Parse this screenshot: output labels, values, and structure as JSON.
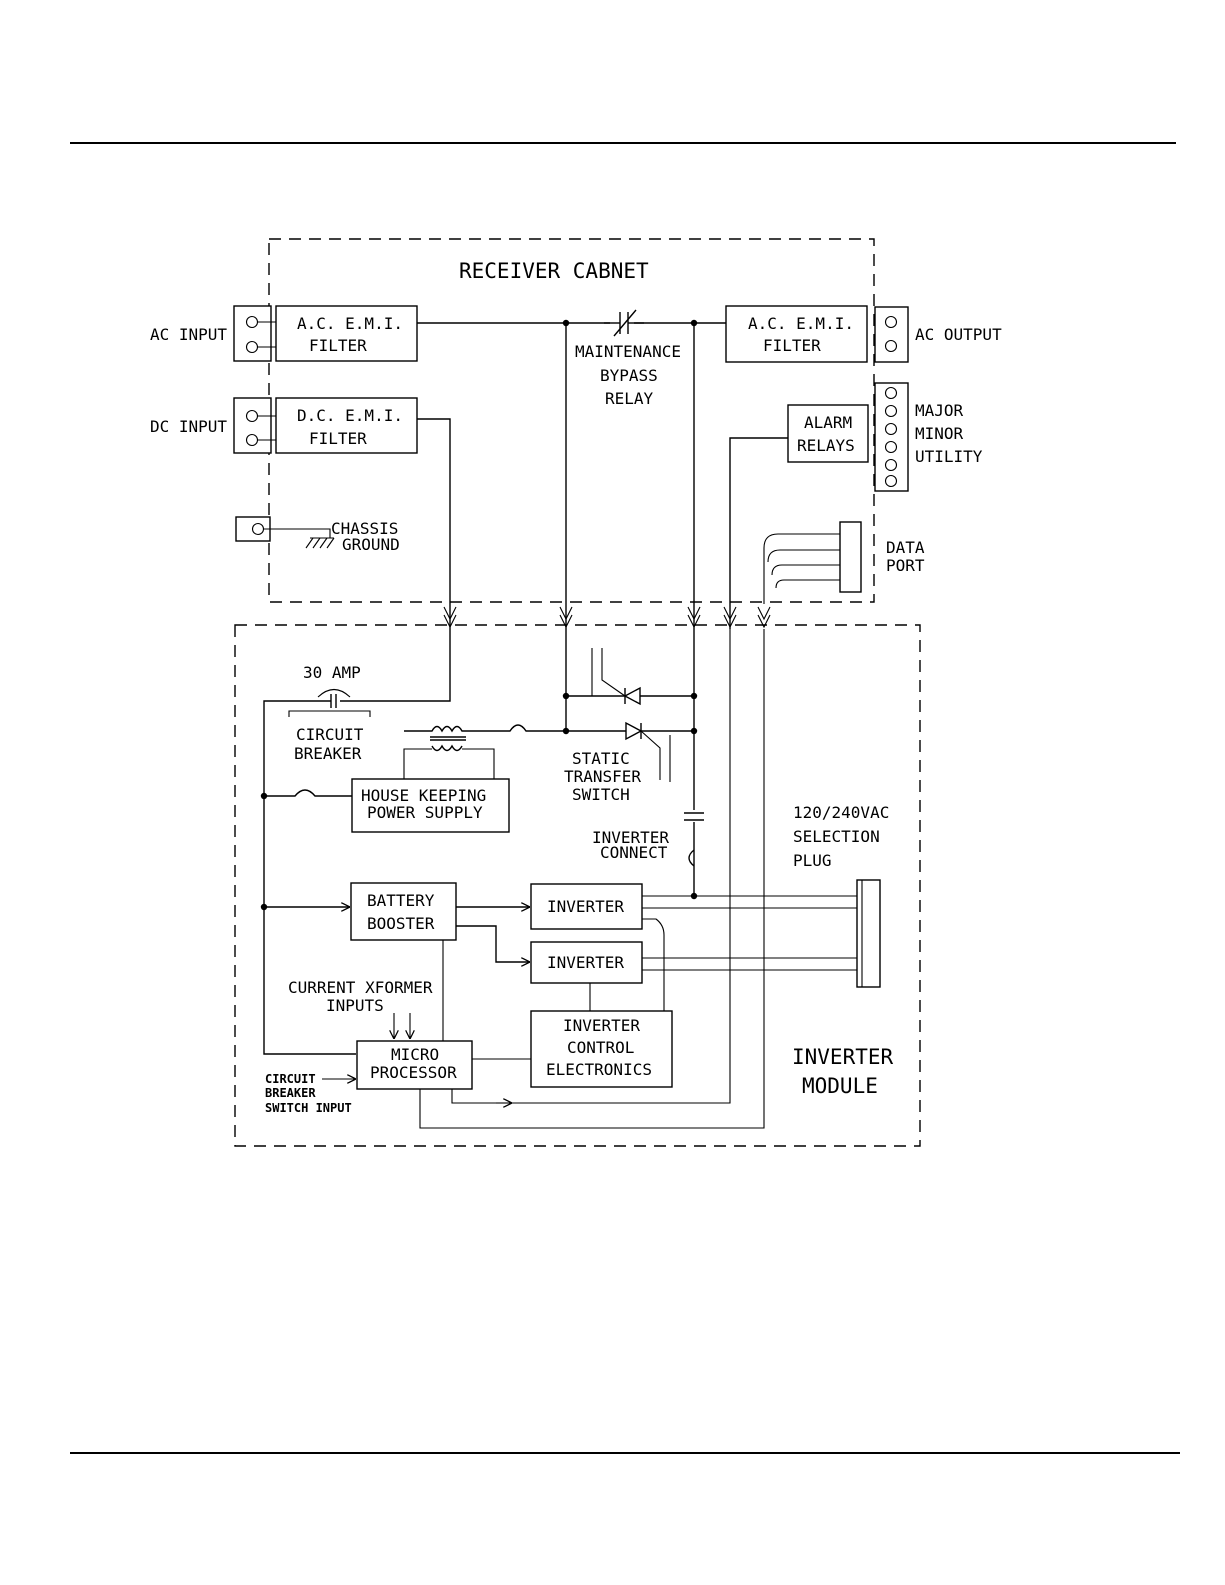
{
  "receiver_cabinet": {
    "title": "RECEIVER CABNET",
    "ac_input": "AC INPUT",
    "dc_input": "DC INPUT",
    "ac_emi_filter_line1": "A.C. E.M.I.",
    "ac_emi_filter_line2": "FILTER",
    "dc_emi_filter_line1": "D.C. E.M.I.",
    "dc_emi_filter_line2": "FILTER",
    "out_emi_filter_line1": "A.C. E.M.I.",
    "out_emi_filter_line2": "FILTER",
    "maintenance_line1": "MAINTENANCE",
    "maintenance_line2": "BYPASS",
    "maintenance_line3": "RELAY",
    "ac_output": "AC OUTPUT",
    "alarm_line1": "ALARM",
    "alarm_line2": "RELAYS",
    "major": "MAJOR",
    "minor": "MINOR",
    "utility": "UTILITY",
    "chassis_line1": "CHASSIS",
    "chassis_line2": "GROUND",
    "data_line1": "DATA",
    "data_line2": "PORT"
  },
  "inverter_module": {
    "title_line1": "INVERTER",
    "title_line2": "MODULE",
    "amp": "30 AMP",
    "cb_line1": "CIRCUIT",
    "cb_line2": "BREAKER",
    "hk_line1": "HOUSE KEEPING",
    "hk_line2": "POWER SUPPLY",
    "sts_line1": "STATIC",
    "sts_line2": "TRANSFER",
    "sts_line3": "SWITCH",
    "inv_connect_line1": "INVERTER",
    "inv_connect_line2": "CONNECT",
    "sel_line1": "120/240VAC",
    "sel_line2": "SELECTION",
    "sel_line3": "PLUG",
    "battery_line1": "BATTERY",
    "battery_line2": "BOOSTER",
    "inverter1": "INVERTER",
    "inverter2": "INVERTER",
    "ct_line1": "CURRENT XFORMER",
    "ct_line2": "INPUTS",
    "micro_line1": "MICRO",
    "micro_line2": "PROCESSOR",
    "ice_line1": "INVERTER",
    "ice_line2": "CONTROL",
    "ice_line3": "ELECTRONICS",
    "cbsi_line1": "CIRCUIT",
    "cbsi_line2": "BREAKER",
    "cbsi_line3": "SWITCH  INPUT"
  }
}
